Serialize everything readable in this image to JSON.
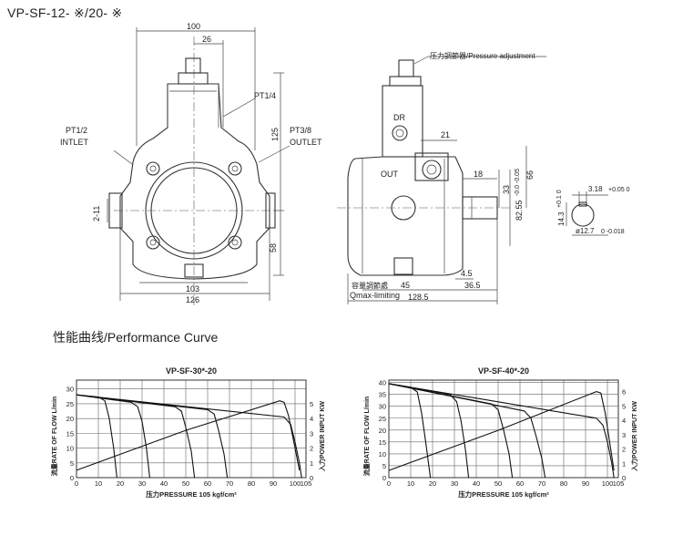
{
  "title": "VP-SF-12- ※/20- ※",
  "section_title": "性能曲线/Performance Curve",
  "drawing": {
    "labels": {
      "dim_100": "100",
      "dim_26": "26",
      "pt14": "PT1/4",
      "pt12": "PT1/2",
      "inlet": "INTLET",
      "pt38": "PT3/8",
      "outlet": "OUTLET",
      "dim_125": "125",
      "dim_211": "2-11",
      "dim_58": "58",
      "dim_103": "103",
      "dim_126": "126",
      "pressure_adj": "压力調節器/Pressure adjustment",
      "dr": "DR",
      "out": "OUT",
      "dim_21": "21",
      "dim_18": "18",
      "dim_33": "33",
      "dim_8255": "82.55",
      "dim_8255_tol": "-0.0 -0.05",
      "dim_66": "66",
      "dim_45": "4.5",
      "dim_45b": "45",
      "dim_365": "36.5",
      "dim_1285": "128.5",
      "qmax_cn": "容量調節處",
      "qmax_en": "Qmax-limiting",
      "dim_318": "3.18",
      "dim_318_tol": "+0.05 0",
      "dim_143": "14.3",
      "dim_143_tol": "+0.1 0",
      "dim_127": "ø12.7",
      "dim_127_tol": "0 -0.018"
    }
  },
  "chart_data": [
    {
      "type": "line",
      "title": "VP-SF-30*-20",
      "xlabel": "压力PRESSURE 105 kgf/cm²",
      "ylabel": "流量RATE OF FLOW L/min",
      "y2label": "入力POWER INPUT KW",
      "x_ticks": [
        "0",
        "10",
        "20",
        "30",
        "40",
        "50",
        "60",
        "70",
        "80",
        "90",
        "100",
        "105"
      ],
      "x_ticks_num": [
        0,
        10,
        20,
        30,
        40,
        50,
        60,
        70,
        80,
        90,
        100,
        105
      ],
      "y_ticks": [
        "0",
        "5",
        "10",
        "15",
        "20",
        "25",
        "30"
      ],
      "y_ticks_num": [
        0,
        5,
        10,
        15,
        20,
        25,
        30
      ],
      "y2_ticks": [
        "0",
        "1",
        "2",
        "3",
        "4",
        "5"
      ],
      "y2_ticks_num": [
        0,
        1,
        2,
        3,
        4,
        5
      ],
      "xlim": [
        0,
        105
      ],
      "ylim": [
        0,
        33
      ],
      "y2lim": [
        0,
        6.6
      ],
      "grid": true,
      "series": [
        {
          "axis": "y",
          "points": [
            [
              0,
              28
            ],
            [
              10,
              27.3
            ],
            [
              13,
              26
            ],
            [
              15,
              20
            ],
            [
              17,
              10
            ],
            [
              18.5,
              0
            ]
          ]
        },
        {
          "axis": "y",
          "points": [
            [
              0,
              28
            ],
            [
              25,
              25.5
            ],
            [
              28,
              24
            ],
            [
              30,
              19
            ],
            [
              32,
              10
            ],
            [
              33.5,
              0
            ]
          ]
        },
        {
          "axis": "y",
          "points": [
            [
              0,
              28
            ],
            [
              45,
              24
            ],
            [
              48,
              22.5
            ],
            [
              50,
              17
            ],
            [
              52.5,
              9
            ],
            [
              54,
              0
            ]
          ]
        },
        {
          "axis": "y",
          "points": [
            [
              0,
              28
            ],
            [
              60,
              23
            ],
            [
              63,
              21.5
            ],
            [
              65,
              16
            ],
            [
              67.5,
              8
            ],
            [
              69,
              0
            ]
          ]
        },
        {
          "axis": "y",
          "points": [
            [
              0,
              28
            ],
            [
              95,
              20.5
            ],
            [
              98,
              18
            ],
            [
              100,
              12
            ],
            [
              102,
              5
            ],
            [
              103,
              0
            ]
          ]
        },
        {
          "axis": "y2",
          "points": [
            [
              0,
              0.5
            ],
            [
              50,
              3.2
            ],
            [
              93,
              5.2
            ],
            [
              95,
              5.1
            ],
            [
              97,
              4.2
            ],
            [
              100,
              2.0
            ],
            [
              102,
              0.5
            ]
          ]
        }
      ]
    },
    {
      "type": "line",
      "title": "VP-SF-40*-20",
      "xlabel": "压力PRESSURE 105 kgf/cm²",
      "ylabel": "流量RATE OF FLOW L/min",
      "y2label": "入力POWER INPUT KW",
      "x_ticks": [
        "0",
        "10",
        "20",
        "30",
        "40",
        "50",
        "60",
        "70",
        "80",
        "90",
        "100",
        "105"
      ],
      "x_ticks_num": [
        0,
        10,
        20,
        30,
        40,
        50,
        60,
        70,
        80,
        90,
        100,
        105
      ],
      "y_ticks": [
        "0",
        "5",
        "10",
        "15",
        "20",
        "25",
        "30",
        "35",
        "40"
      ],
      "y_ticks_num": [
        0,
        5,
        10,
        15,
        20,
        25,
        30,
        35,
        40
      ],
      "y2_ticks": [
        "0",
        "1",
        "2",
        "3",
        "4",
        "5",
        "6"
      ],
      "y2_ticks_num": [
        0,
        1,
        2,
        3,
        4,
        5,
        6
      ],
      "xlim": [
        0,
        105
      ],
      "ylim": [
        0,
        41
      ],
      "y2lim": [
        0,
        6.8
      ],
      "grid": true,
      "series": [
        {
          "axis": "y",
          "points": [
            [
              0,
              39.5
            ],
            [
              10,
              38
            ],
            [
              13,
              36
            ],
            [
              15,
              27
            ],
            [
              17,
              14
            ],
            [
              19,
              0
            ]
          ]
        },
        {
          "axis": "y",
          "points": [
            [
              0,
              39.5
            ],
            [
              28,
              35
            ],
            [
              31,
              32
            ],
            [
              33,
              24
            ],
            [
              35,
              12
            ],
            [
              36.5,
              0
            ]
          ]
        },
        {
          "axis": "y",
          "points": [
            [
              0,
              39.5
            ],
            [
              47,
              31
            ],
            [
              50,
              28.5
            ],
            [
              52.5,
              20
            ],
            [
              55,
              10
            ],
            [
              56.5,
              0
            ]
          ]
        },
        {
          "axis": "y",
          "points": [
            [
              0,
              39.5
            ],
            [
              62,
              28
            ],
            [
              65,
              25
            ],
            [
              67.5,
              17
            ],
            [
              70,
              8
            ],
            [
              71.5,
              0
            ]
          ]
        },
        {
          "axis": "y",
          "points": [
            [
              0,
              39.5
            ],
            [
              95,
              25
            ],
            [
              98,
              22
            ],
            [
              100,
              15
            ],
            [
              102,
              6
            ],
            [
              103,
              0
            ]
          ]
        },
        {
          "axis": "y2",
          "points": [
            [
              0,
              0.5
            ],
            [
              50,
              3.3
            ],
            [
              95,
              6.0
            ],
            [
              97,
              5.9
            ],
            [
              99,
              4.5
            ],
            [
              101,
              2.5
            ],
            [
              103,
              0.5
            ]
          ]
        }
      ]
    }
  ]
}
